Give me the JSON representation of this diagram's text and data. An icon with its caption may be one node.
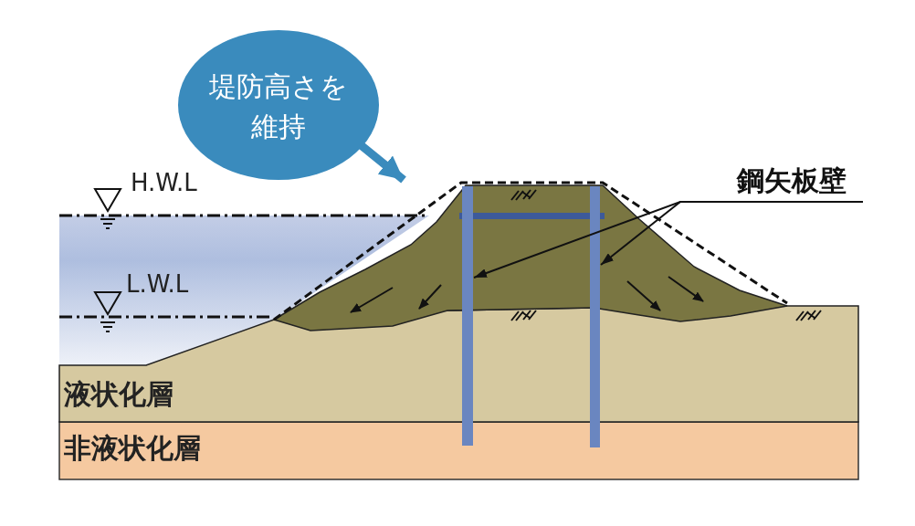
{
  "diagram": {
    "nodes": [
      {
        "text": [
          "堤防高さを維持"
        ]
      },
      {
        "text": [
          "鋼矢板壁"
        ]
      },
      {
        "text": [],
        "shape": "bar"
      },
      {
        "text": [],
        "shape": "bar"
      }
    ],
    "edges": [
      {
        "from": 0,
        "to": null,
        "arrow": "to",
        "style": "thick",
        "color": "#3a8bbd"
      },
      {
        "from": 1,
        "to": 2,
        "arrow": "to"
      },
      {
        "from": 1,
        "to": 3,
        "arrow": "to"
      }
    ],
    "labels": [
      "H.W.L",
      "L.W.L",
      "液状化層",
      "非液状化層"
    ]
  }
}
